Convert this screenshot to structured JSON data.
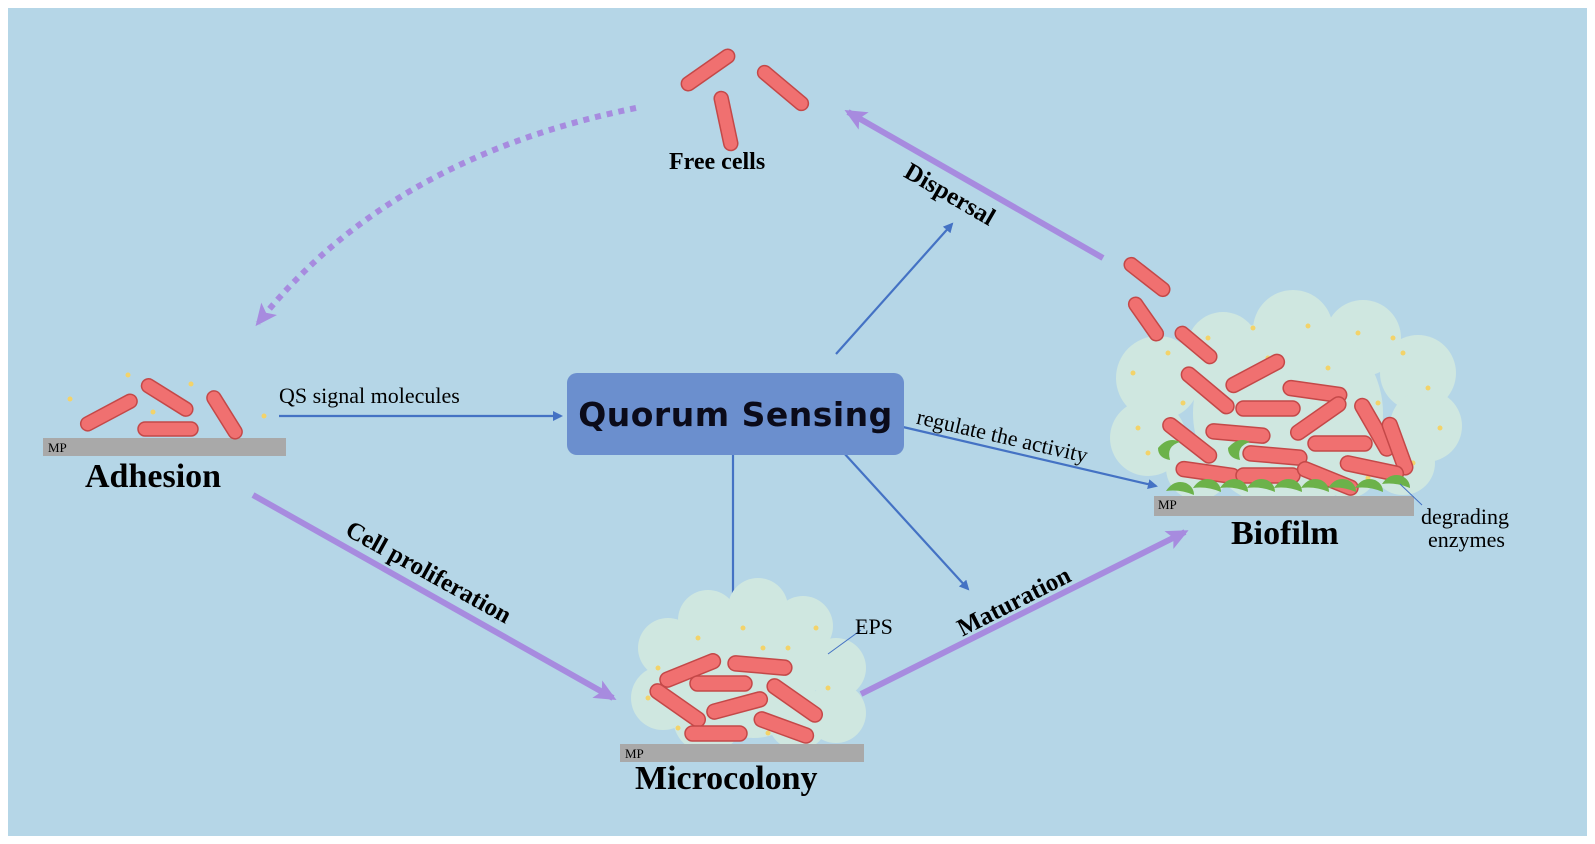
{
  "center": {
    "title": "Quorum Sensing"
  },
  "stages": {
    "adhesion": "Adhesion",
    "microcolony": "Microcolony",
    "biofilm": "Biofilm",
    "free_cells": "Free cells"
  },
  "transitions": {
    "cell_proliferation": "Cell  proliferation",
    "maturation": "Maturation",
    "dispersal": "Dispersal"
  },
  "annotations": {
    "qs_signal": "QS signal molecules",
    "regulate": "regulate the activity",
    "eps": "EPS",
    "degrading_1": "degrading",
    "degrading_2": "enzymes",
    "mp": "MP"
  },
  "colors": {
    "background": "#b5d6e7",
    "qs_box": "#6b8fce",
    "bacteria": "#f07070",
    "eps_cloud": "#cfe7e0",
    "signal_dots": "#f3d36a",
    "enzymes": "#6cb24a",
    "substrate": "#a9a9a9",
    "blue_arrow": "#4472c4",
    "purple_arrow": "#a78bdf"
  }
}
